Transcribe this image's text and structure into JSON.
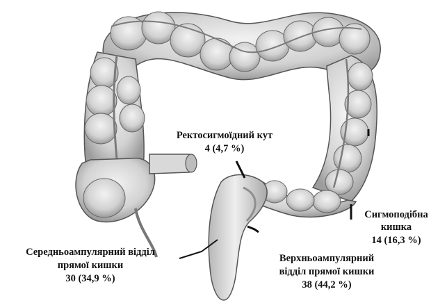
{
  "labels": {
    "rectosigmoid": {
      "name": "Ректосигмоїдний кут",
      "value": "4 (4,7 %)"
    },
    "sigmoid": {
      "name1": "Сигмоподібна",
      "name2": "кишка",
      "value": "14 (16,3 %)"
    },
    "mid_ampullary": {
      "name1": "Середньоампулярний  відділ",
      "name2": "прямої кишки",
      "value": "30 (34,9 %)"
    },
    "upper_ampullary": {
      "name1": "Верхньоампулярний",
      "name2": "відділ прямої кишки",
      "value": "38 (44,2 %)"
    }
  },
  "colors": {
    "ink": "#111111",
    "tissue_fill": "#dcdcdc",
    "tissue_shade": "#9a9a9a",
    "tissue_edge": "#555555"
  }
}
